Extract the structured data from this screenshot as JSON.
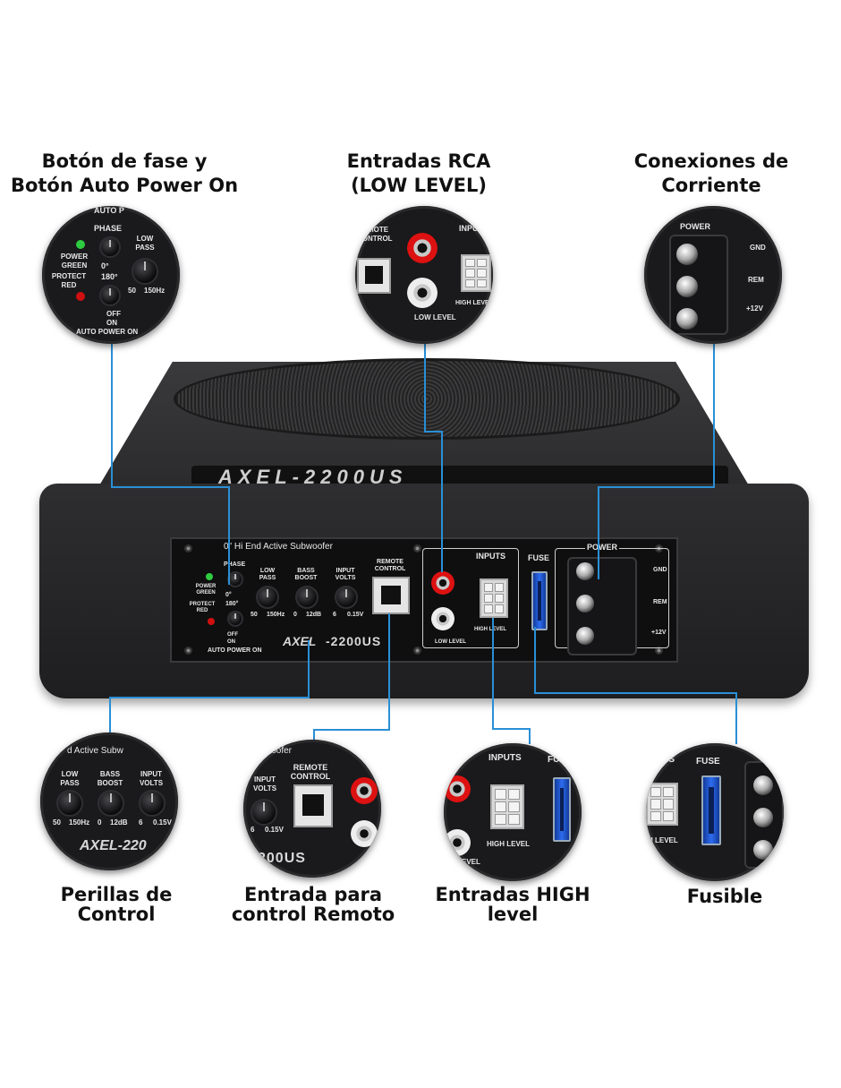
{
  "captions": {
    "phase": [
      "Botón de fase y",
      "Botón Auto Power On"
    ],
    "rca": [
      "Entradas RCA",
      "(LOW LEVEL)"
    ],
    "power": [
      "Conexiones de",
      "Corriente"
    ],
    "knobs": [
      "Perillas de",
      "Control"
    ],
    "remote": [
      "Entrada para",
      "control Remoto"
    ],
    "high": [
      "Entradas HIGH",
      "level"
    ],
    "fuse": [
      "Fusible"
    ]
  },
  "panel": {
    "subtitle": "0\" Hi End Active Subwoofer",
    "phase": "PHASE",
    "power_green": "POWER GREEN",
    "protect_red": "PROTECT RED",
    "deg0": "0°",
    "deg180": "180°",
    "low_pass": "LOW PASS",
    "low_pass_min": "50",
    "low_pass_max": "150Hz",
    "bass_boost": "BASS BOOST",
    "bass_min": "0",
    "bass_max": "12dB",
    "input_volts": "INPUT VOLTS",
    "volts_min": "6",
    "volts_max": "0.15V",
    "remote_control": "REMOTE CONTROL",
    "inputs": "INPUTS",
    "low_level": "LOW LEVEL",
    "high_level": "HIGH LEVEL",
    "fuse": "FUSE",
    "power": "POWER",
    "gnd": "GND",
    "rem": "REM",
    "v12": "+12V",
    "off": "OFF",
    "on": "ON",
    "auto_power_on": "AUTO POWER ON",
    "model": "-2200US",
    "brand": "AXEL",
    "top_logo": "AXEL-2200US"
  },
  "zoom": {
    "phase_header": "AUTO P",
    "phase_label": "PHASE",
    "power_green": "POWER GREEN",
    "protect_red": "PROTECT RED",
    "deg0": "0°",
    "deg180": "180°",
    "low_pass": "LOW PASS",
    "low_pass_min": "50",
    "low_pass_max": "150Hz",
    "off": "OFF",
    "on": "ON",
    "auto_power_on": "AUTO POWER ON",
    "remote_control": "REMOTE CONTROL",
    "inputs_short": "INPUTS",
    "low_level": "LOW LEVEL",
    "high_level": "HIGH LEVEL",
    "power": "POWER",
    "gnd": "GND",
    "rem": "REM",
    "v12": "+12V",
    "active_sub": "d Active Subw",
    "bass_boost": "BASS BOOST",
    "input_volts": "INPUT VOLTS",
    "bass_min": "0",
    "bass_max": "12dB",
    "volts_min": "6",
    "volts_max": "0.15V",
    "brand_partial": "AXEL-220",
    "model_partial": "200US",
    "woofer": "woofer",
    "fuse": "FUSE",
    "fu": "FU",
    "uts": "UTS",
    "h_level": "H LEVEL",
    "evel": "EVEL",
    "on_short": "ON"
  },
  "colors": {
    "accent_line": "#2a8fd6",
    "led_green": "#2ecc40",
    "led_red": "#d01010",
    "fuse_blue": "#2d6cf0",
    "rca_red": "#dd1111"
  }
}
